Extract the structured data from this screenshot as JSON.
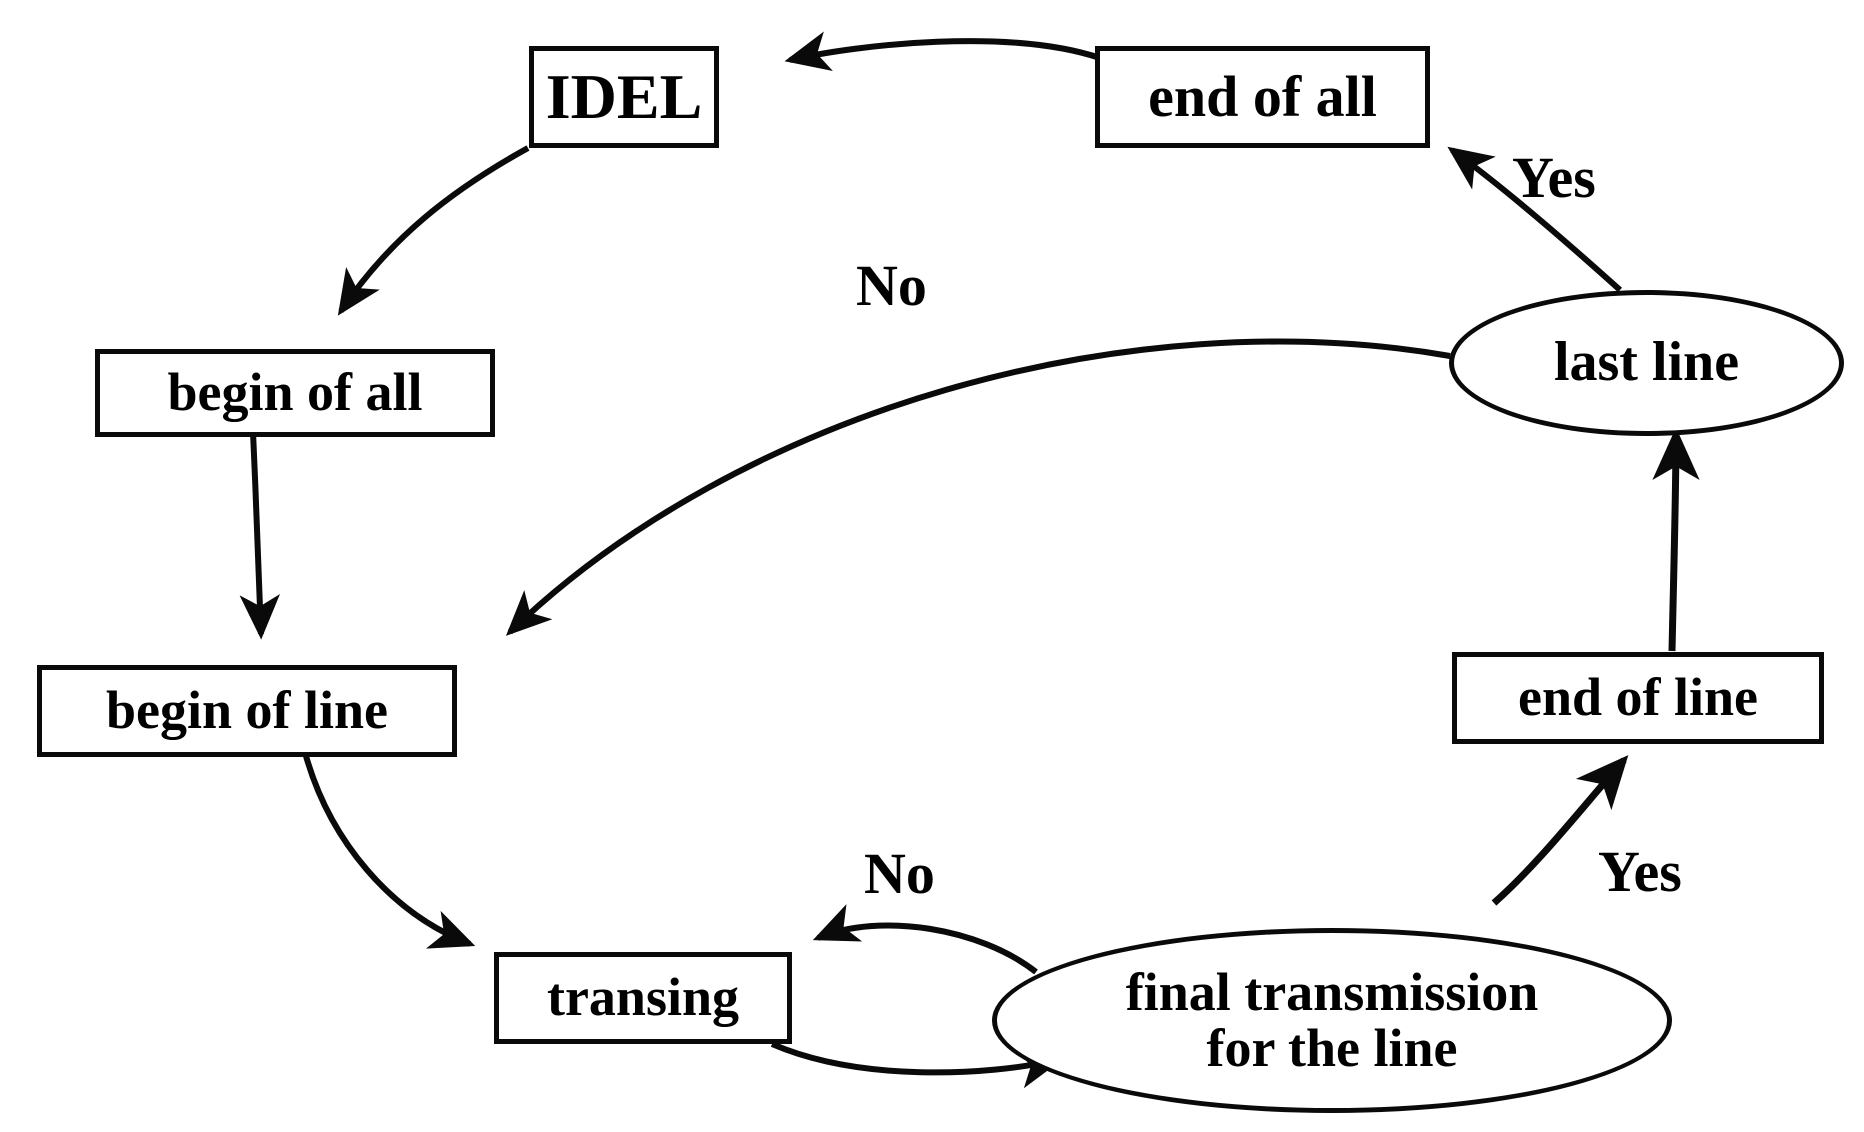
{
  "diagram": {
    "title": "Transmission state machine flow diagram",
    "stroke_color": "#0a0a0a",
    "background_color": "#ffffff",
    "nodes": [
      {
        "id": "idel",
        "label": "IDEL",
        "shape": "box"
      },
      {
        "id": "end_of_all",
        "label": "end of all",
        "shape": "box"
      },
      {
        "id": "last_line",
        "label": "last line",
        "shape": "ellipse"
      },
      {
        "id": "begin_all",
        "label": "begin of all",
        "shape": "box"
      },
      {
        "id": "begin_line",
        "label": "begin of line",
        "shape": "box"
      },
      {
        "id": "end_line",
        "label": "end of line",
        "shape": "box"
      },
      {
        "id": "transing",
        "label": "transing",
        "shape": "box"
      },
      {
        "id": "final_tx",
        "label": "final transmission\nfor the line",
        "shape": "ellipse"
      }
    ],
    "edge_labels": [
      {
        "id": "yes_top",
        "text": "Yes"
      },
      {
        "id": "no_middle",
        "text": "No"
      },
      {
        "id": "no_bottom",
        "text": "No"
      },
      {
        "id": "yes_bottom",
        "text": "Yes"
      }
    ],
    "edges": [
      {
        "from": "end_of_all",
        "to": "idel",
        "label": ""
      },
      {
        "from": "idel",
        "to": "begin_all",
        "label": ""
      },
      {
        "from": "begin_all",
        "to": "begin_line",
        "label": ""
      },
      {
        "from": "begin_line",
        "to": "transing",
        "label": ""
      },
      {
        "from": "transing",
        "to": "final_tx",
        "label": ""
      },
      {
        "from": "final_tx",
        "to": "transing",
        "label": "No"
      },
      {
        "from": "final_tx",
        "to": "end_line",
        "label": "Yes"
      },
      {
        "from": "end_line",
        "to": "last_line",
        "label": ""
      },
      {
        "from": "last_line",
        "to": "end_of_all",
        "label": "Yes"
      },
      {
        "from": "last_line",
        "to": "transing",
        "label": "No"
      }
    ]
  }
}
